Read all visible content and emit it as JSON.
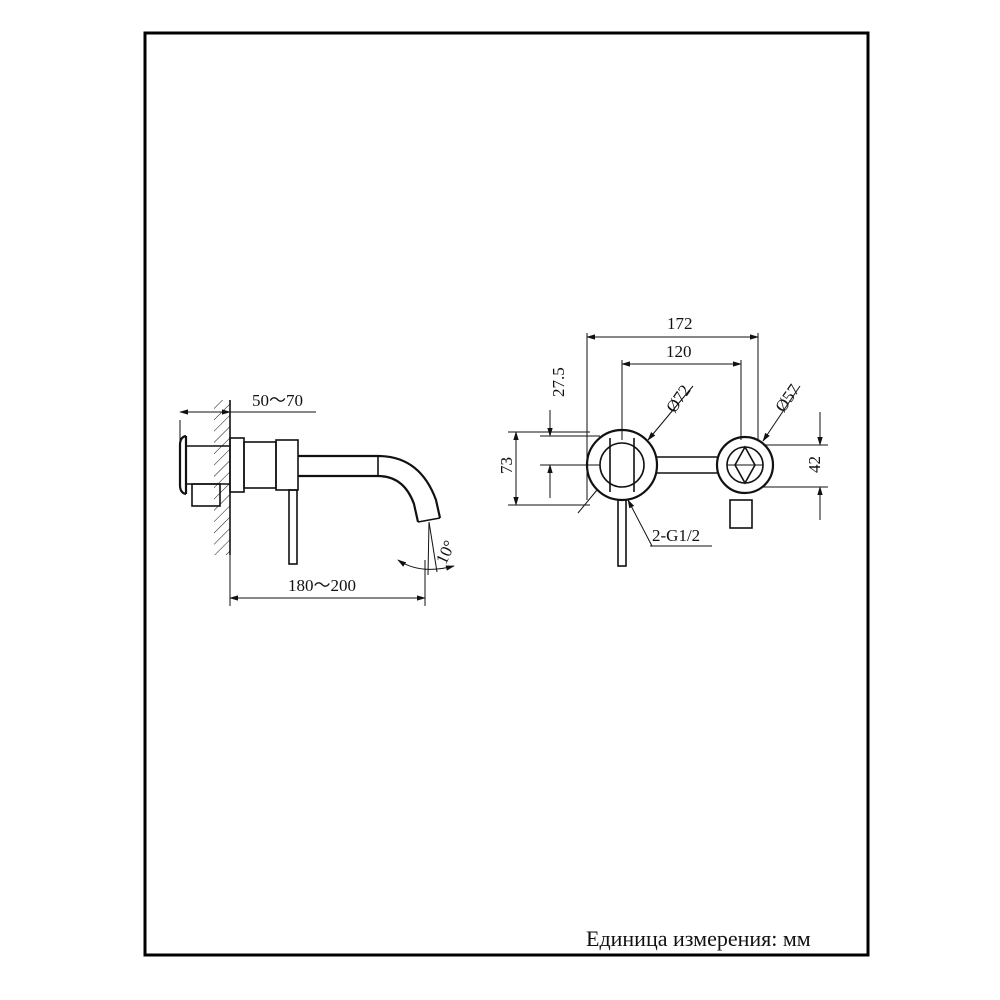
{
  "side_view": {
    "wall_depth_label": "50～70",
    "spout_reach_label": "180～200",
    "angle_label": "10°"
  },
  "front_view": {
    "total_width_label": "172",
    "center_distance_label": "120",
    "left_plate_diameter_label": "Ø72",
    "right_plate_diameter_label": "Ø57",
    "offset_label": "27.5",
    "left_height_label": "73",
    "right_height_label": "42",
    "thread_label": "2-G1/2"
  },
  "footer": {
    "unit_note": "Единица измерения: мм"
  }
}
